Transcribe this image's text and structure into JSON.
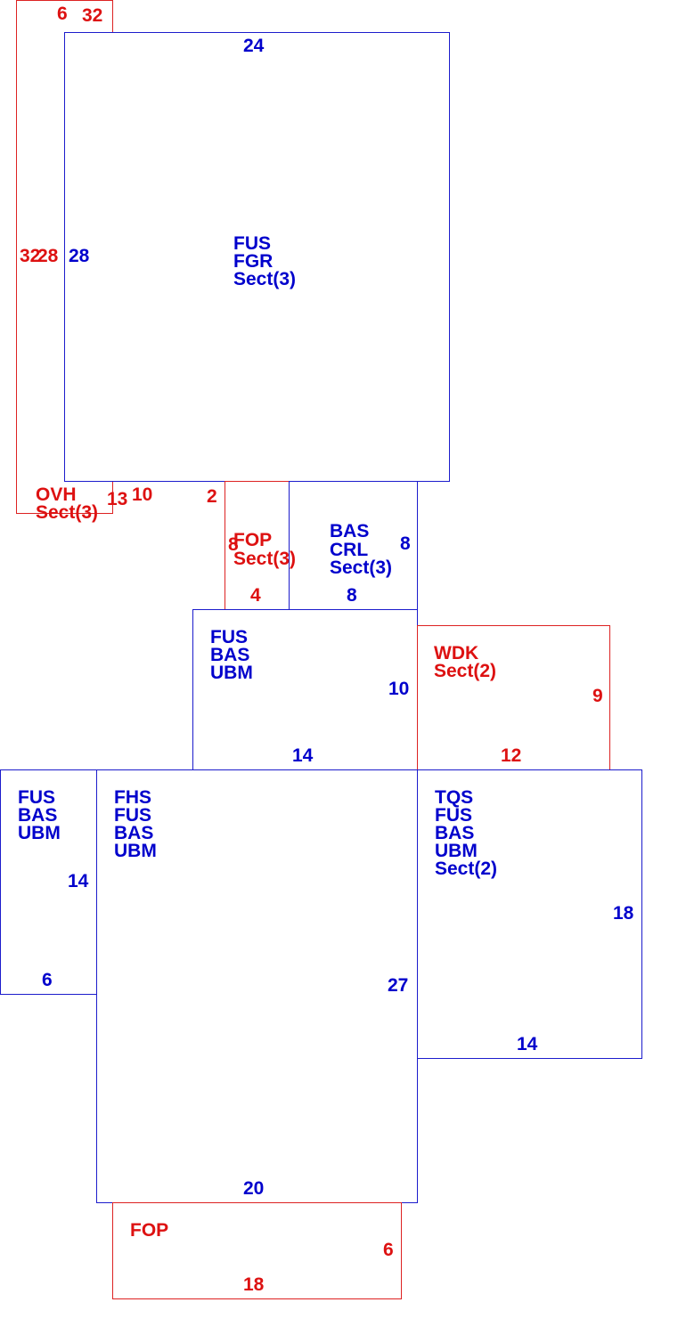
{
  "colors": {
    "living_area": "#0000cc",
    "non_living_area": "#dd1111"
  },
  "areas": {
    "ovh": {
      "code": "OVH",
      "section": "Sect(3)",
      "dims": {
        "top_a": "6",
        "top_b": "32",
        "left": "32",
        "bottom_a": "13",
        "bottom_b": "10",
        "bottom_c": "2"
      }
    },
    "fus_fgr": {
      "codes": [
        "FUS",
        "FGR",
        "Sect(3)"
      ],
      "dims": {
        "top": "24",
        "left_outer": "28",
        "left_inner": "28"
      }
    },
    "fop_top": {
      "code": "FOP",
      "section": "Sect(3)",
      "dims": {
        "left": "8",
        "bottom": "4"
      }
    },
    "bas_crl": {
      "codes": [
        "BAS",
        "CRL",
        "Sect(3)"
      ],
      "dims": {
        "right": "8",
        "bottom": "8"
      }
    },
    "fus_bas_ubm_center": {
      "codes": [
        "FUS",
        "BAS",
        "UBM"
      ],
      "dims": {
        "right": "10",
        "bottom": "14"
      }
    },
    "wdk": {
      "code": "WDK",
      "section": "Sect(2)",
      "dims": {
        "right": "9",
        "bottom": "12"
      }
    },
    "fus_bas_ubm_left": {
      "codes": [
        "FUS",
        "BAS",
        "UBM"
      ],
      "dims": {
        "right": "14",
        "bottom": "6"
      }
    },
    "fhs_main": {
      "codes": [
        "FHS",
        "FUS",
        "BAS",
        "UBM"
      ],
      "dims": {
        "right": "27",
        "bottom": "20"
      }
    },
    "tqs": {
      "codes": [
        "TQS",
        "FUS",
        "BAS",
        "UBM",
        "Sect(2)"
      ],
      "dims": {
        "right": "18",
        "bottom": "14"
      }
    },
    "fop_bottom": {
      "code": "FOP",
      "dims": {
        "right": "6",
        "bottom": "18"
      }
    }
  }
}
